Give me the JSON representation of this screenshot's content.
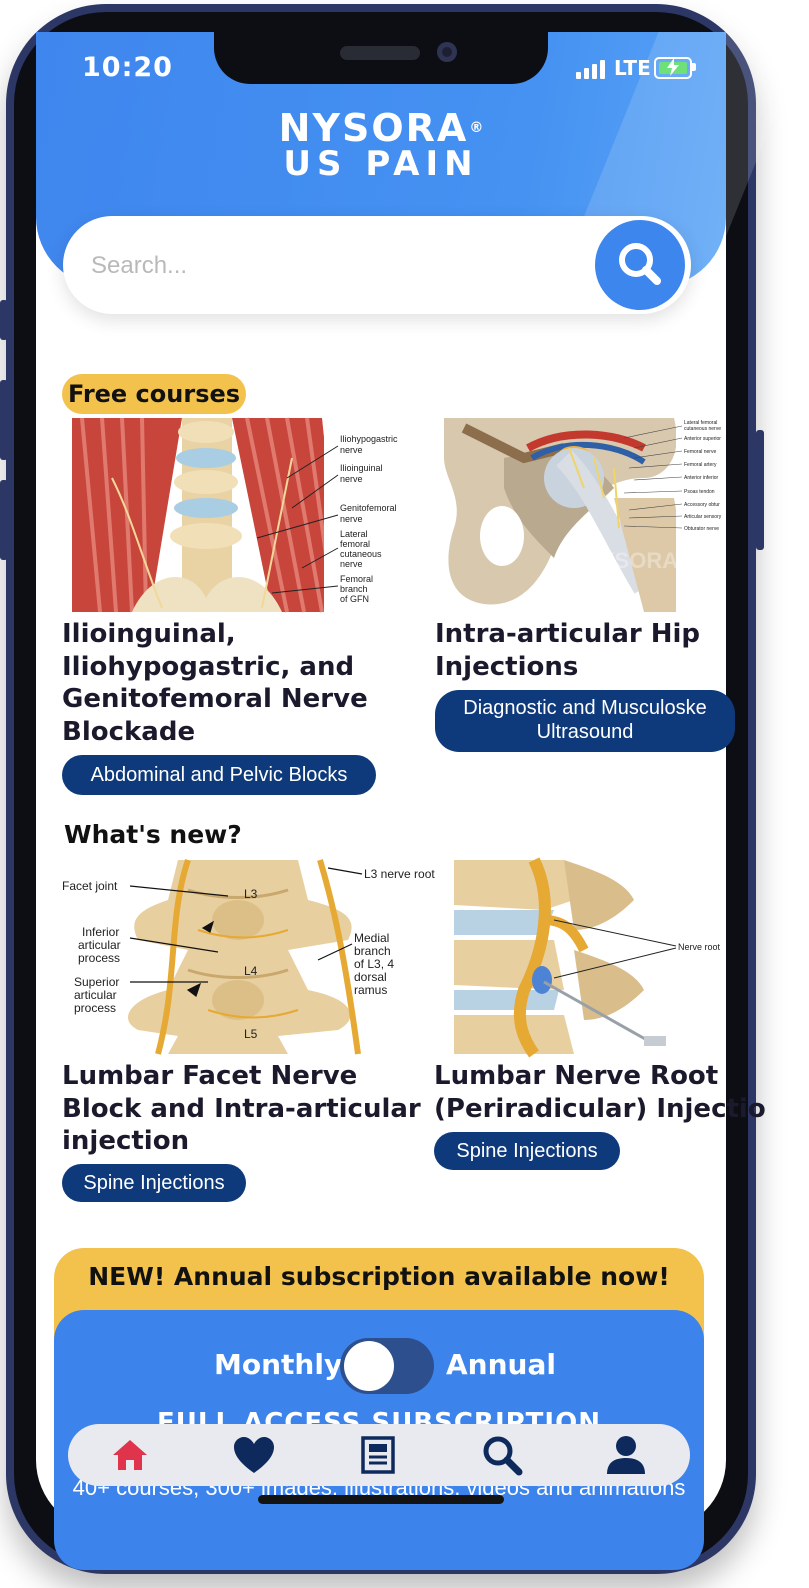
{
  "status_bar": {
    "time": "10:20",
    "network": "LTE"
  },
  "header": {
    "logo_line1": "NYSORA",
    "logo_reg": "®",
    "logo_line2": "US PAIN"
  },
  "search": {
    "placeholder": "Search..."
  },
  "free_courses": {
    "badge": "Free courses",
    "cards": [
      {
        "title_lines": [
          "Ilioinguinal,",
          "Iliohypogastric, and",
          "Genitofemoral Nerve",
          "Blockade"
        ],
        "tag": "Abdominal and Pelvic Blocks",
        "image_labels": [
          "Iliohypogastric",
          "nerve",
          "Ilioinguinal",
          "nerve",
          "Genitofemoral",
          "nerve",
          "Lateral",
          "femoral",
          "cutaneous",
          "nerve",
          "Femoral",
          "branch",
          "of GFN"
        ]
      },
      {
        "title_lines": [
          "Intra-articular Hip",
          "Injections"
        ],
        "tag_lines": [
          "Diagnostic and Musculoske",
          "Ultrasound"
        ],
        "image_labels": [
          "Lateral femoral",
          "cutaneous nerve",
          "Anterior superior",
          "Femoral nerve",
          "Femoral artery",
          "Anterior inferior",
          "Psoas tendon",
          "Accessory obtur",
          "Articular sensory",
          "Obturator nerve",
          "NYSORA"
        ]
      }
    ]
  },
  "whats_new": {
    "title": "What's new?",
    "cards": [
      {
        "title_lines": [
          "Lumbar Facet Nerve",
          "Block and Intra-articular",
          "injection"
        ],
        "tag": "Spine Injections",
        "image_labels": [
          "Facet joint",
          "L3",
          "L3 nerve root",
          "Inferior",
          "articular",
          "process",
          "L4",
          "Medial",
          "branch",
          "of L3, 4",
          "dorsal",
          "ramus",
          "Superior",
          "articular",
          "process",
          "L5"
        ]
      },
      {
        "title_lines": [
          "Lumbar Nerve Root",
          "(Periradicular) Injectio"
        ],
        "tag": "Spine Injections",
        "image_labels": [
          "Nerve root"
        ]
      }
    ]
  },
  "subscription": {
    "banner": "NEW! Annual subscription available now!",
    "toggle_left": "Monthly",
    "toggle_right": "Annual",
    "heading": "FULL ACCESS SUBSCRIPTION",
    "description": "40+ courses, 300+ images, illustrations, videos and animations"
  },
  "tab_bar": {
    "items": [
      {
        "icon": "home-icon",
        "active": true
      },
      {
        "icon": "heart-icon",
        "active": false
      },
      {
        "icon": "news-icon",
        "active": false
      },
      {
        "icon": "search-icon",
        "active": false
      },
      {
        "icon": "profile-icon",
        "active": false
      }
    ]
  },
  "colors": {
    "primary_blue": "#3d86ee",
    "navy": "#0e3a7c",
    "accent_yellow": "#f2c24d",
    "active_tab": "#e0344d"
  }
}
